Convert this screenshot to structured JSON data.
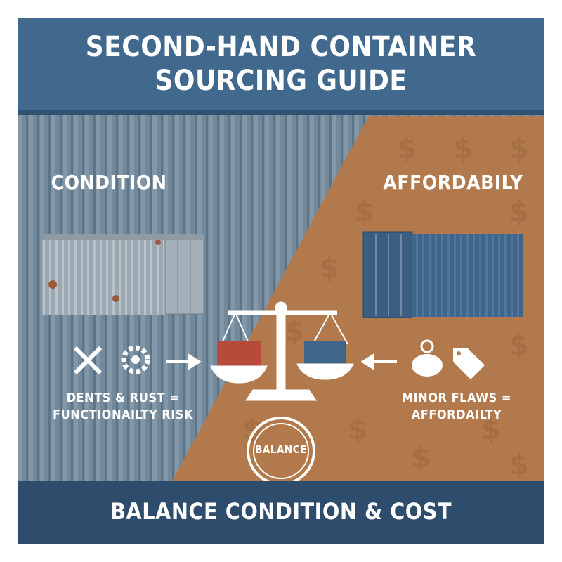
{
  "header": {
    "title_line1": "SECOND-HAND CONTAINER",
    "title_line2": "SOURCING GUIDE"
  },
  "left": {
    "heading": "CONDITION",
    "caption_line1": "DENTS & RUST =",
    "caption_line2": "FUNCTIONAILTY RISK",
    "icons": [
      "tools-icon",
      "gear-icon",
      "arrow-right-icon"
    ]
  },
  "right": {
    "heading": "AFFORDABILY",
    "caption_line1": "MINOR FLAWS =",
    "caption_line2": "AFFORDAILTY",
    "icons": [
      "piggy-bank-icon",
      "price-tag-icon",
      "arrow-left-icon"
    ]
  },
  "center": {
    "badge": "BALANCE",
    "icon": "balance-scale-icon"
  },
  "footer": {
    "text": "BALANCE CONDITION & COST"
  },
  "colors": {
    "banner": "#41698d",
    "footer": "#2e4d6c",
    "steel": "#6f8799",
    "copper": "#b27a4c",
    "red_container": "#b84a3a",
    "blue_container": "#3f6589"
  }
}
